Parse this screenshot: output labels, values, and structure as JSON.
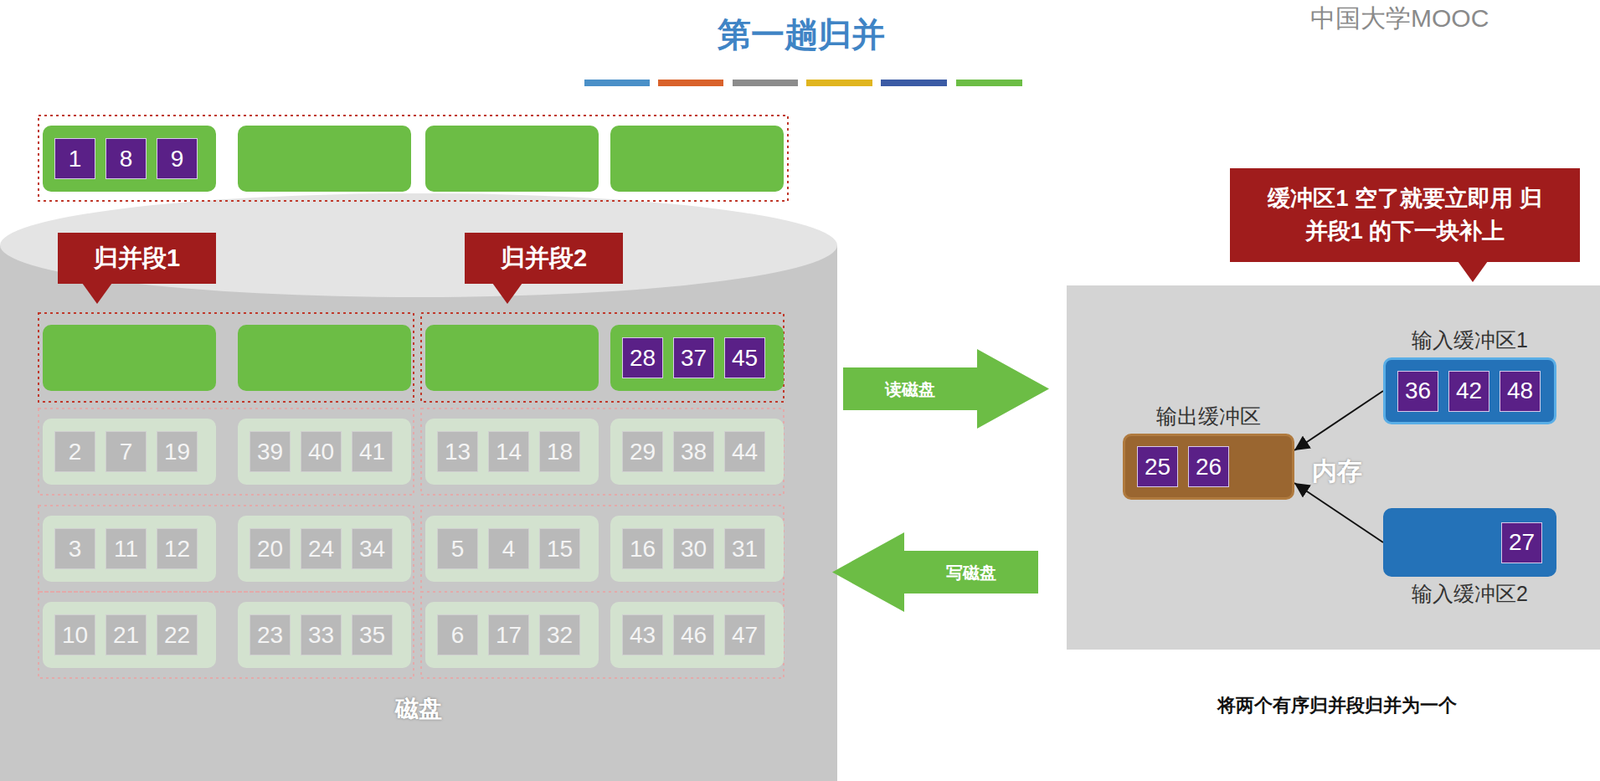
{
  "diagram": {
    "title": "第一趟归并",
    "caption": "将两个有序归并段归并为一个",
    "nodes": [
      {
        "text": [
          "磁盘"
        ]
      },
      {
        "text": [
          "1",
          "8",
          "9"
        ],
        "in": 0
      },
      {
        "text": [
          "归并段1"
        ],
        "in": 0
      },
      {
        "text": [
          "归并段2"
        ],
        "in": 0
      },
      {
        "text": [
          "28",
          "37",
          "45"
        ],
        "in": 0
      },
      {
        "text": [
          "2",
          "7",
          "19"
        ],
        "in": 0
      },
      {
        "text": [
          "39",
          "40",
          "41"
        ],
        "in": 0
      },
      {
        "text": [
          "13",
          "14",
          "18"
        ],
        "in": 0
      },
      {
        "text": [
          "29",
          "38",
          "44"
        ],
        "in": 0
      },
      {
        "text": [
          "3",
          "11",
          "12"
        ],
        "in": 0
      },
      {
        "text": [
          "20",
          "24",
          "34"
        ],
        "in": 0
      },
      {
        "text": [
          "5",
          "4",
          "15"
        ],
        "in": 0
      },
      {
        "text": [
          "16",
          "30",
          "31"
        ],
        "in": 0
      },
      {
        "text": [
          "10",
          "21",
          "22"
        ],
        "in": 0
      },
      {
        "text": [
          "23",
          "33",
          "35"
        ],
        "in": 0
      },
      {
        "text": [
          "6",
          "17",
          "32"
        ],
        "in": 0
      },
      {
        "text": [
          "43",
          "46",
          "47"
        ],
        "in": 0
      },
      {
        "text": [
          "读磁盘"
        ]
      },
      {
        "text": [
          "写磁盘"
        ]
      },
      {
        "text": [
          "缓冲区1 空了就要立即用 归并段1 的下一块补上"
        ]
      },
      {
        "text": [
          "内存"
        ]
      },
      {
        "text": [
          "输入缓冲区1",
          "36",
          "42",
          "48"
        ],
        "in": 20
      },
      {
        "text": [
          "输出缓冲区",
          "25",
          "26"
        ],
        "in": 20
      },
      {
        "text": [
          "输入缓冲区2",
          "27"
        ],
        "in": 20
      }
    ],
    "edges": [
      {
        "from": 21,
        "to": 22,
        "arrow": "to"
      },
      {
        "from": 23,
        "to": 22,
        "arrow": "to"
      }
    ],
    "labels": [
      "中国大学MOOC"
    ]
  }
}
